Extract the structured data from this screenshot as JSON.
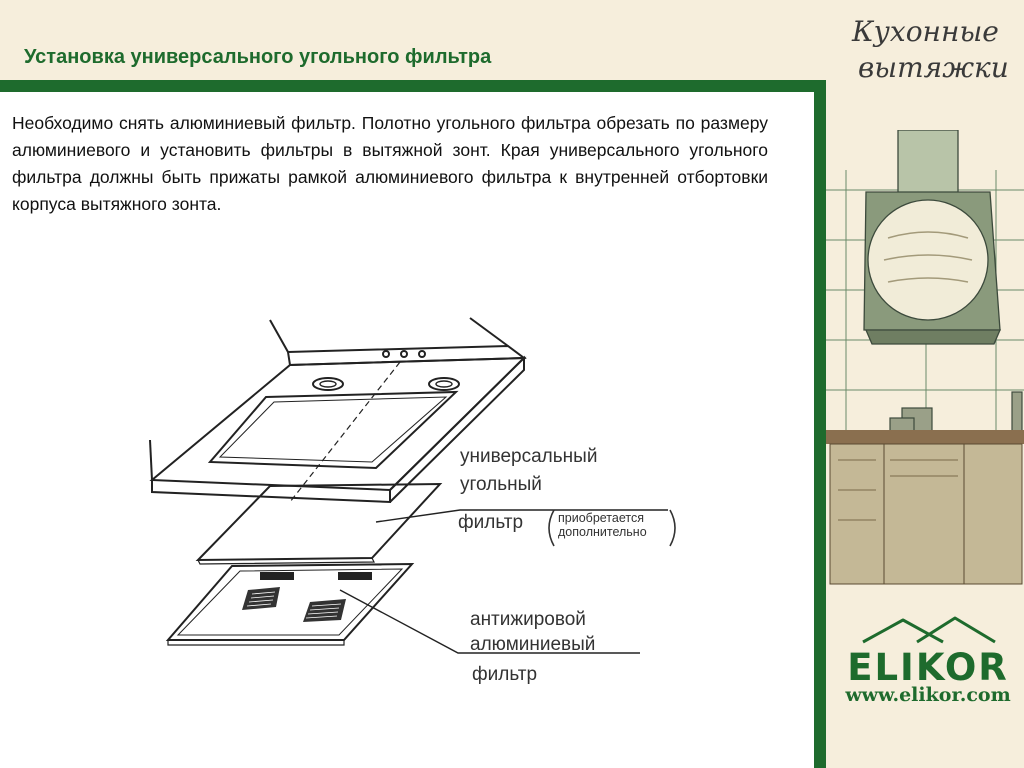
{
  "slide": {
    "title": "Установка универсального угольного фильтра",
    "body": "Необходимо снять алюминиевый фильтр. Полотно угольного фильтра обрезать по размеру алюминиевого и установить фильтры в вытяжной зонт. Края универсального угольного фильтра должны быть прижаты рамкой алюминиевого фильтра к внутренней отбортовки корпуса вытяжного зонта."
  },
  "diagram": {
    "charcoal_label_line1": "универсальный",
    "charcoal_label_line2": "угольный",
    "charcoal_label_line3": "фильтр",
    "note_line1": "приобретается",
    "note_line2": "дополнительно",
    "grease_label_line1": "антижировой",
    "grease_label_line2": "алюминиевый",
    "grease_label_line3": "фильтр"
  },
  "brand": {
    "script_line1": "Кухонные",
    "script_line2": "вытяжки",
    "logo": "ELIKOR",
    "url": "www.elikor.com"
  },
  "colors": {
    "accent": "#1e6b2d",
    "background": "#f6eedc"
  }
}
